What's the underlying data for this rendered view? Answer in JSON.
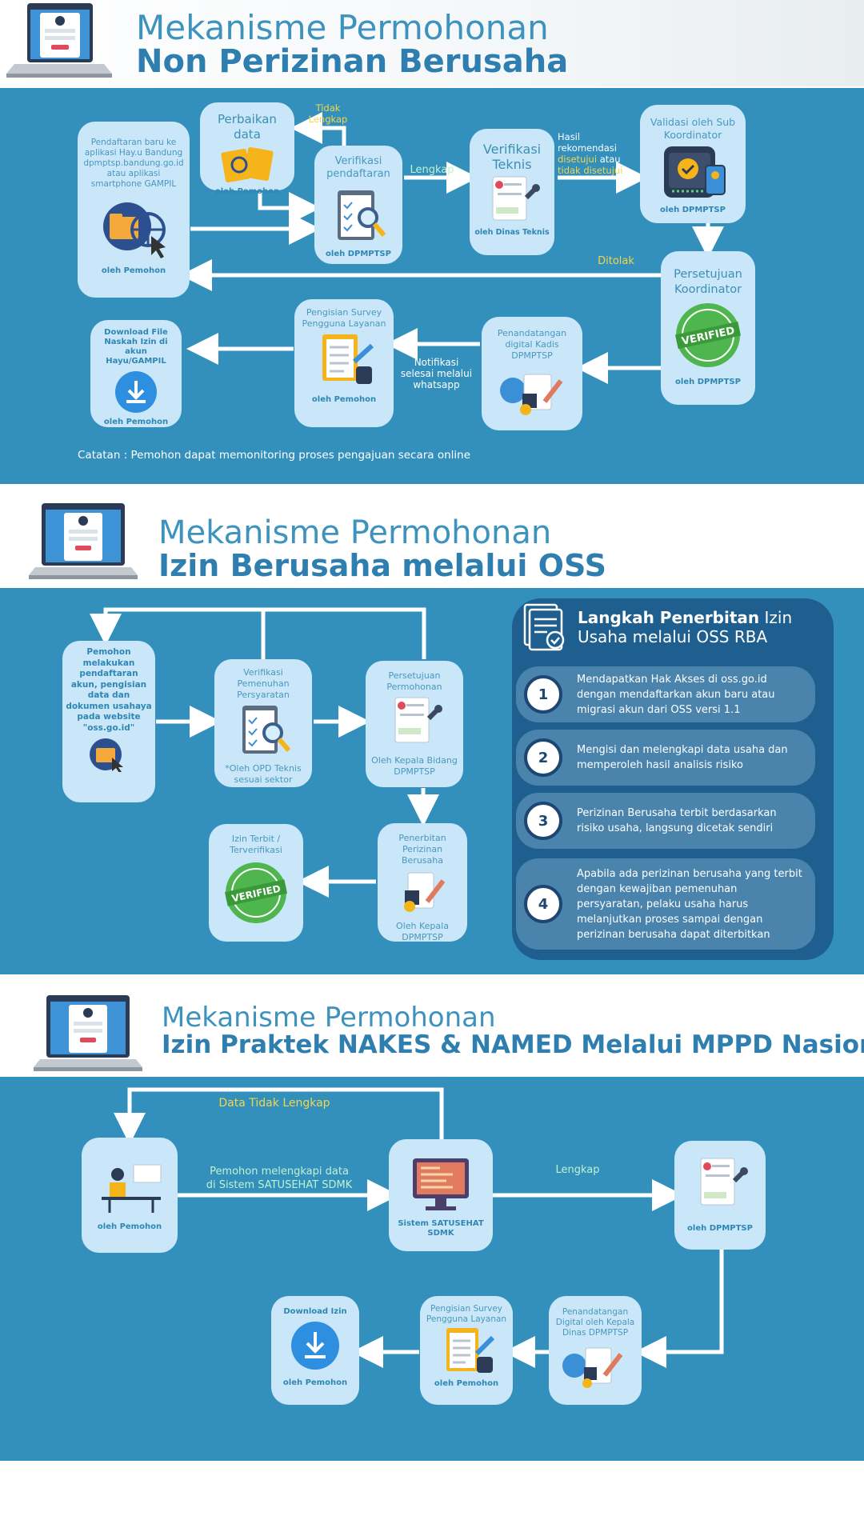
{
  "s1": {
    "title_line1": "Mekanisme Permohonan",
    "title_line2": "Non Perizinan Berusaha",
    "note": "Catatan : Pemohon dapat memonitoring proses pengajuan secara online",
    "pendaftaran_text": "Pendaftaran baru ke aplikasi Hay.u Bandung dpmptsp.bandung.go.id atau aplikasi smartphone GAMPIL",
    "pendaftaran_by": "oleh Pemohon",
    "perbaikan_title": "Perbaikan data",
    "perbaikan_by": "oleh Pemohon",
    "verifikasi_pendaftaran": "Verifikasi pendaftaran",
    "verifikasi_pendaftaran_by": "oleh DPMPTSP",
    "verifikasi_teknis": "Verifikasi Teknis",
    "verifikasi_teknis_by": "oleh Dinas Teknis",
    "validasi": "Validasi oleh Sub Koordinator",
    "validasi_by": "oleh DPMPTSP",
    "persetujuan": "Persetujuan Koordinator",
    "persetujuan_by": "oleh DPMPTSP",
    "penandatangan": "Penandatangan digital Kadis DPMPTSP",
    "survey": "Pengisian Survey Pengguna Layanan",
    "survey_by": "oleh Pemohon",
    "download": "Download File Naskah Izin di akun Hayu/GAMPIL",
    "download_by": "oleh Pemohon",
    "lbl_tidak_lengkap": "Tidak Lengkap",
    "lbl_lengkap": "Lengkap",
    "lbl_hasil_a": "Hasil rekomendasi",
    "lbl_hasil_b": "disetujui",
    "lbl_hasil_c": "atau",
    "lbl_hasil_d": "tidak disetujui",
    "lbl_ditolak": "Ditolak",
    "lbl_notifikasi": "Notifikasi selesai melalui whatsapp"
  },
  "s2": {
    "title_line1": "Mekanisme Permohonan",
    "title_line2": "Izin Berusaha melalui OSS",
    "pemohon": "Pemohon melakukan pendaftaran akun, pengisian data dan dokumen usahaya pada website \"oss.go.id\"",
    "verifikasi": "Verifikasi Pemenuhan Persyaratan",
    "verifikasi_by": "*Oleh OPD Teknis sesuai sektor",
    "persetujuan": "Persetujuan Permohonan",
    "persetujuan_by": "Oleh Kepala Bidang DPMPTSP",
    "penerbitan": "Penerbitan Perizinan Berusaha",
    "penerbitan_by": "Oleh Kepala DPMPTSP",
    "izin_terbit": "Izin Terbit / Terverifikasi",
    "panel_title_bold": "Langkah Penerbitan",
    "panel_title_rest1": "Izin",
    "panel_title_rest2": "Usaha melalui OSS RBA",
    "steps": [
      {
        "n": "1",
        "text": "Mendapatkan Hak Akses di oss.go.id dengan mendaftarkan akun baru atau migrasi akun dari OSS versi 1.1"
      },
      {
        "n": "2",
        "text": "Mengisi dan melengkapi data usaha dan memperoleh hasil analisis risiko"
      },
      {
        "n": "3",
        "text": "Perizinan Berusaha terbit berdasarkan risiko usaha, langsung dicetak sendiri"
      },
      {
        "n": "4",
        "text": "Apabila ada perizinan berusaha yang terbit dengan kewajiban pemenuhan persyaratan, pelaku usaha harus melanjutkan proses sampai dengan perizinan berusaha dapat diterbitkan"
      }
    ]
  },
  "s3": {
    "title_line1": "Mekanisme Permohonan",
    "title_line2": "Izin Praktek NAKES & NAMED Melalui MPPD Nasional",
    "lbl_data_tidak_lengkap": "Data Tidak Lengkap",
    "lbl_pemohon_melengkapi": "Pemohon melengkapi data di Sistem SATUSEHAT SDMK",
    "lbl_lengkap": "Lengkap",
    "pemohon_by": "oleh Pemohon",
    "sistem": "Sistem SATUSEHAT SDMK",
    "dpmptsp_by": "oleh DPMPTSP",
    "penandatangan": "Penandatangan Digital oleh Kepala Dinas DPMPTSP",
    "survey": "Pengisian Survey Pengguna Layanan",
    "survey_by": "oleh Pemohon",
    "download": "Download Izin",
    "download_by": "oleh Pemohon"
  },
  "colors": {
    "band": "#3390bd",
    "card": "#c9e7f8",
    "title_light": "#3d93be",
    "title_bold": "#2f7eb0",
    "accent_yellow": "#f2d64a",
    "panel": "#1f5f8f"
  }
}
